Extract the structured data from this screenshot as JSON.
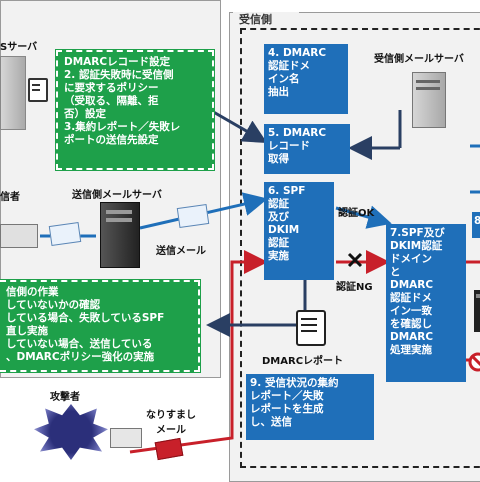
{
  "sender_panel": {
    "server_label": "Sサーバ",
    "dmarc_setup_lines": [
      "DMARCレコード設定",
      "2. 認証失敗時に受信側",
      "に要求するポリシー",
      "（受取る、隔離、拒",
      "否）設定",
      "3.集約レポート／失敗レ",
      "ポートの送信先設定"
    ],
    "sender_label": "信者",
    "sending_server_label": "送信側メールサーバ",
    "send_mail_label": "送信メール",
    "tasks_lines": [
      "信側の作業",
      "していないかの確認",
      "している場合、失敗しているSPF",
      "直し実施",
      "していない場合、送信している",
      "、DMARCポリシー強化の実施"
    ]
  },
  "receiver_panel": {
    "tab_label": "受信側",
    "receiving_server_label": "受信側メールサーバ",
    "step4_lines": [
      "4. DMARC",
      "認証ドメ",
      "イン名",
      "抽出"
    ],
    "step5_lines": [
      "5. DMARC",
      "レコード",
      "取得"
    ],
    "step6_lines": [
      "6. SPF",
      "認証",
      "及び",
      "DKIM",
      "認証",
      "実施"
    ],
    "auth_ok_label": "認証OK",
    "auth_ng_label": "認証NG",
    "step7_lines": [
      "7.SPF及び",
      "DKIM認証",
      "ドメイン",
      "と",
      "DMARC",
      "認証ドメ",
      "イン一致",
      "を確認し",
      "DMARC",
      "処理実施"
    ],
    "report_label": "DMARCレポート",
    "step9_lines": [
      "9. 受信状況の集約",
      "レポート／失敗",
      "レポートを生成",
      "し、送信"
    ],
    "cut_label_right": "8"
  },
  "attacker": {
    "label": "攻撃者",
    "spoof_label_lines": [
      "なりすまし",
      "メール"
    ]
  },
  "colors": {
    "step_blue": "#1f6fb9",
    "sender_green": "#1ea04a",
    "arrow_blue": "#1f6fb9",
    "arrow_red": "#c8202a",
    "arrow_navy": "#2a3f63"
  }
}
